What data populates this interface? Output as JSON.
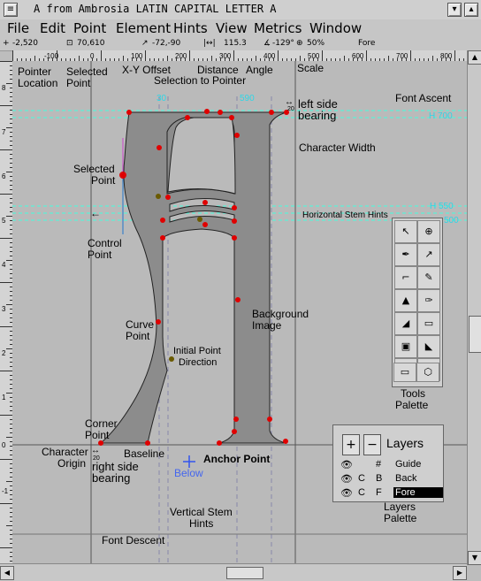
{
  "window": {
    "title": "A from Ambrosia LATIN CAPITAL LETTER A",
    "menu_glyph": "≡",
    "minimize_glyph": "▾",
    "maximize_glyph": "▴"
  },
  "menus": [
    "File",
    "Edit",
    "Point",
    "Element",
    "Hints",
    "View",
    "Metrics",
    "Window"
  ],
  "infobar": {
    "pointer": "-2,520",
    "selected": "70,610",
    "offset": "-72,-90",
    "distance": "115.3",
    "angle": "-129°",
    "scale": "50%",
    "layer": "Fore",
    "pointer_icon": "+",
    "selected_icon": "⊡",
    "offset_icon": "↗",
    "distance_icon": "|↔|",
    "angle_icon": "∡",
    "scale_icon": "⊕"
  },
  "ruler_top": [
    "-100",
    "0",
    "100",
    "200",
    "300",
    "400",
    "500",
    "600",
    "700",
    "800"
  ],
  "ruler_left": [
    "8",
    "7",
    "6",
    "5",
    "4",
    "3",
    "2",
    "1",
    "0",
    "-1"
  ],
  "annotations": {
    "pointer_location": [
      "Pointer",
      "Location"
    ],
    "selected_point_info": [
      "Selected",
      "Point"
    ],
    "xy_offset": "X-Y Offset",
    "selection_to_pointer": "Selection to Pointer",
    "distance": "Distance",
    "angle": "Angle",
    "scale": "Scale",
    "left_side_bearing": [
      "left side",
      "bearing"
    ],
    "font_ascent": "Font Ascent",
    "character_width": "Character Width",
    "selected_point": [
      "Selected",
      "Point"
    ],
    "horizontal_stem_hints": "Horizontal Stem Hints",
    "control_point": [
      "Control",
      "Point"
    ],
    "curve_point": [
      "Curve",
      "Point"
    ],
    "initial_point_direction": [
      "Initial Point",
      "Direction"
    ],
    "background_image": [
      "Background",
      "Image"
    ],
    "corner_point": [
      "Corner",
      "Point"
    ],
    "character_origin": [
      "Character",
      "Origin"
    ],
    "baseline": "Baseline",
    "anchor_point": "Anchor Point",
    "below": "Below",
    "right_side_bearing": [
      "right side",
      "bearing"
    ],
    "vertical_stem_hints": [
      "Vertical Stem",
      "Hints"
    ],
    "font_descent": "Font Descent",
    "tools_palette": [
      "Tools",
      "Palette"
    ],
    "layers_palette": [
      "Layers",
      "Palette"
    ]
  },
  "metric_values": {
    "hint_30": "30",
    "hint_590": "590",
    "bearing_20_top": "20",
    "bearing_20_bottom": "20",
    "ascent_value": "H 700",
    "stem_hint_1": "H 550",
    "stem_hint_2": "500"
  },
  "layers_palette": {
    "title": "Layers",
    "plus": "+",
    "minus": "−",
    "rows": [
      {
        "eye": "👁",
        "col1": "",
        "col2": "#",
        "name": "Guide",
        "selected": false
      },
      {
        "eye": "👁",
        "col1": "C",
        "col2": "B",
        "name": "Back",
        "selected": false
      },
      {
        "eye": "👁",
        "col1": "C",
        "col2": "F",
        "name": "Fore",
        "selected": true
      }
    ]
  },
  "tools": [
    "↖",
    "⊕",
    "✒",
    "↗",
    "⌐",
    "✎",
    "▲",
    "✑",
    "◢",
    "▭",
    "▣",
    "◣",
    "○",
    "◇",
    "▭",
    "⬡"
  ],
  "scroll_glyphs": {
    "up": "▲",
    "down": "▼",
    "left": "◀",
    "right": "▶"
  },
  "colors": {
    "glyph_fill": "#8c8c8c",
    "point_color": "#e00000",
    "hint_color": "#2fd6e6",
    "control_color": "#cc44cc",
    "canvas": "#bababa"
  }
}
